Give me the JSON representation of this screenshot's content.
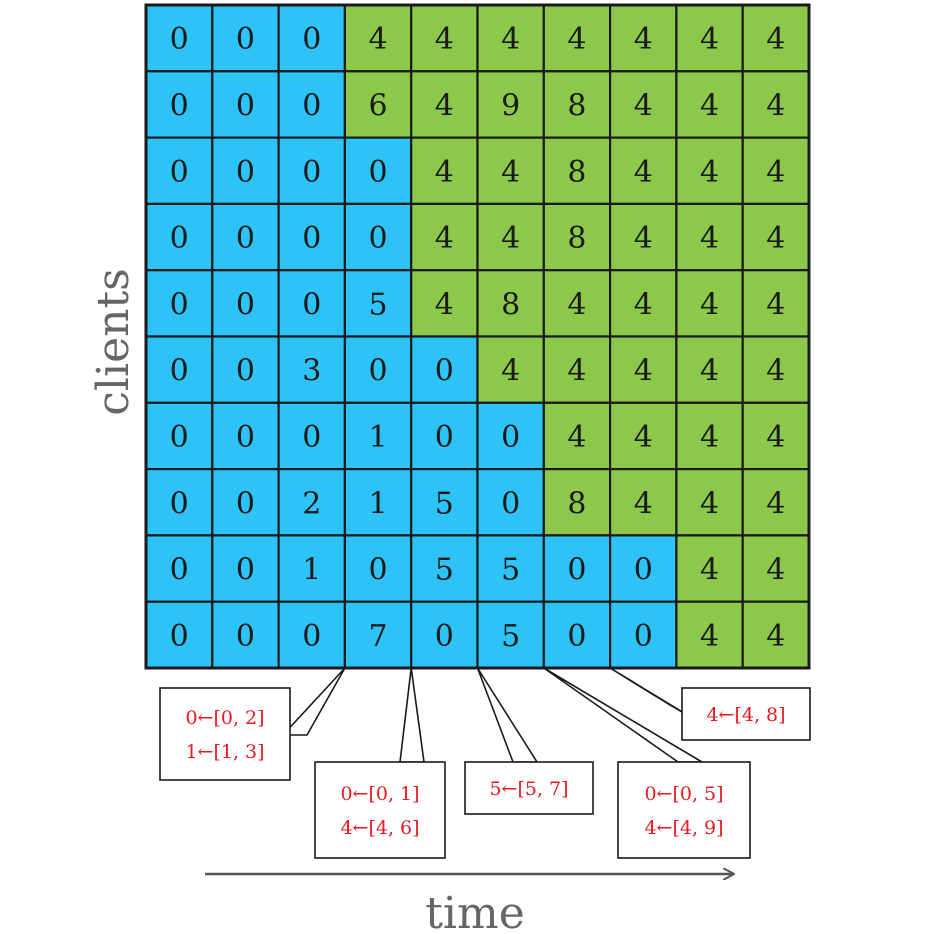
{
  "diagram": {
    "axis_y_label": "clients",
    "axis_x_label": "time",
    "colors": {
      "blue": "#2ec3f7",
      "green": "#8cc94a",
      "grid_line": "#1a1a1a",
      "note_text": "#e8191f",
      "arrow": "#555555"
    },
    "values": [
      [
        "0",
        "0",
        "0",
        "4",
        "4",
        "4",
        "4",
        "4",
        "4",
        "4"
      ],
      [
        "0",
        "0",
        "0",
        "6",
        "4",
        "9",
        "8",
        "4",
        "4",
        "4"
      ],
      [
        "0",
        "0",
        "0",
        "0",
        "4",
        "4",
        "8",
        "4",
        "4",
        "4"
      ],
      [
        "0",
        "0",
        "0",
        "0",
        "4",
        "4",
        "8",
        "4",
        "4",
        "4"
      ],
      [
        "0",
        "0",
        "0",
        "5",
        "4",
        "8",
        "4",
        "4",
        "4",
        "4"
      ],
      [
        "0",
        "0",
        "3",
        "0",
        "0",
        "4",
        "4",
        "4",
        "4",
        "4"
      ],
      [
        "0",
        "0",
        "0",
        "1",
        "0",
        "0",
        "4",
        "4",
        "4",
        "4"
      ],
      [
        "0",
        "0",
        "2",
        "1",
        "5",
        "0",
        "8",
        "4",
        "4",
        "4"
      ],
      [
        "0",
        "0",
        "1",
        "0",
        "5",
        "5",
        "0",
        "0",
        "4",
        "4"
      ],
      [
        "0",
        "0",
        "0",
        "7",
        "0",
        "5",
        "0",
        "0",
        "4",
        "4"
      ]
    ],
    "boundary": [
      3,
      3,
      4,
      4,
      4,
      5,
      6,
      6,
      8,
      8
    ],
    "callouts": [
      {
        "lines": [
          "0←[0, 2]",
          "1←[1, 3]"
        ],
        "boundary_col": 3
      },
      {
        "lines": [
          "0←[0, 1]",
          "4←[4, 6]"
        ],
        "boundary_col": 4
      },
      {
        "lines": [
          "5←[5, 7]"
        ],
        "boundary_col": 5
      },
      {
        "lines": [
          "0←[0, 5]",
          "4←[4, 9]"
        ],
        "boundary_col": 6
      },
      {
        "lines": [
          "4←[4, 8]"
        ],
        "boundary_col": 7
      }
    ]
  }
}
